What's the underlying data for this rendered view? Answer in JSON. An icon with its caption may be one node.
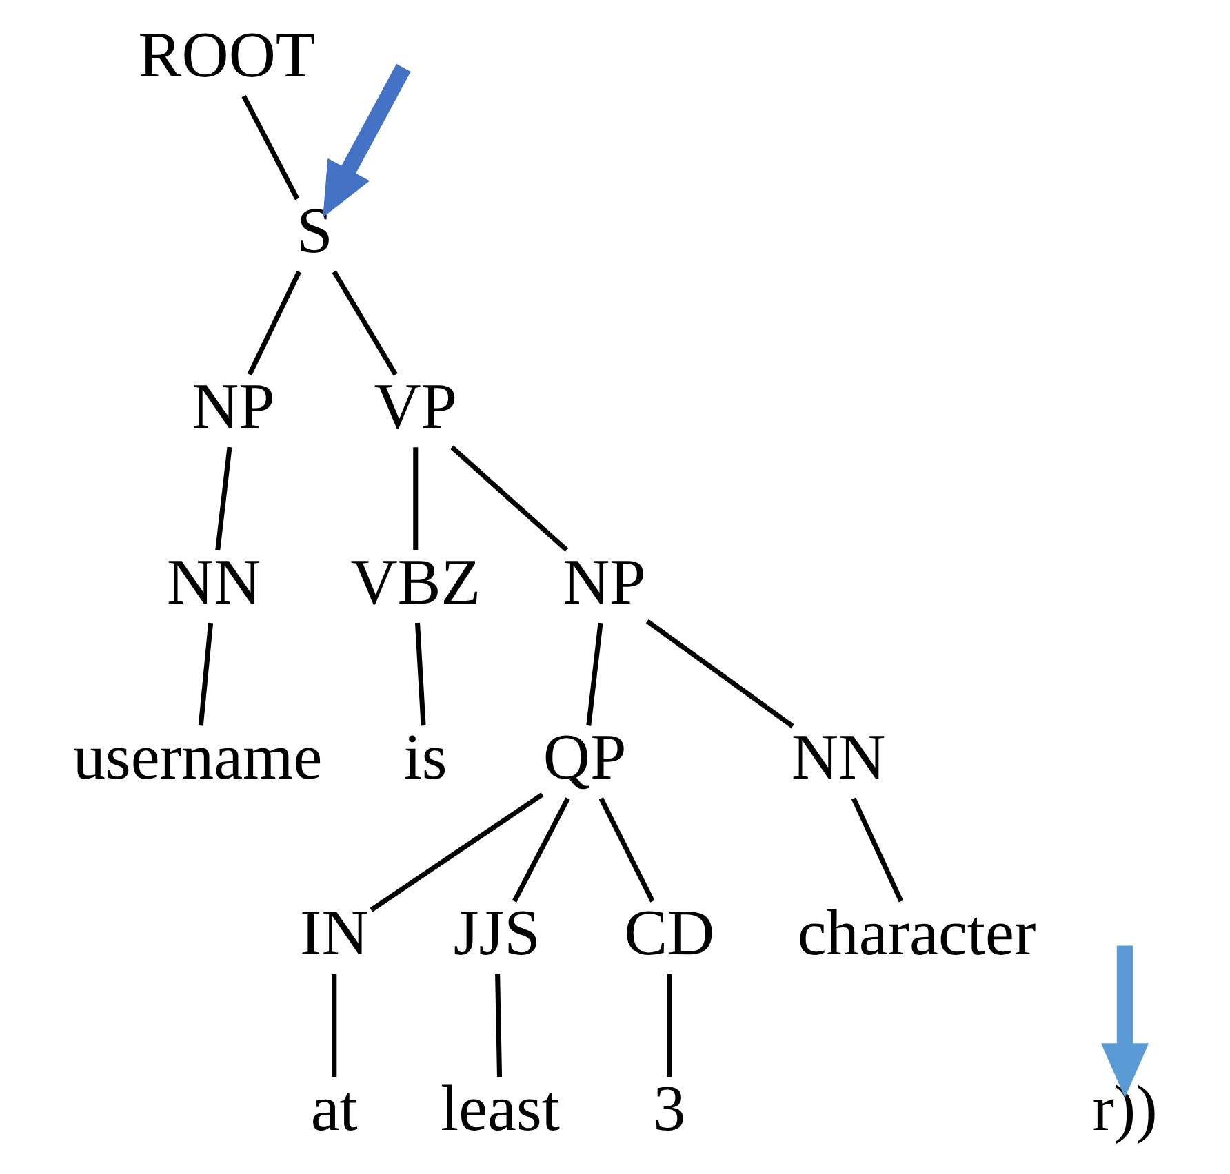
{
  "diagram": {
    "nodes": [
      {
        "text": [
          "ROOT"
        ]
      },
      {
        "text": [
          "S"
        ]
      },
      {
        "text": [
          "NP"
        ]
      },
      {
        "text": [
          "VP"
        ]
      },
      {
        "text": [
          "NN"
        ]
      },
      {
        "text": [
          "VBZ"
        ]
      },
      {
        "text": [
          "NP"
        ]
      },
      {
        "text": [
          "username"
        ]
      },
      {
        "text": [
          "is"
        ]
      },
      {
        "text": [
          "QP"
        ]
      },
      {
        "text": [
          "NN"
        ]
      },
      {
        "text": [
          "IN"
        ]
      },
      {
        "text": [
          "JJS"
        ]
      },
      {
        "text": [
          "CD"
        ]
      },
      {
        "text": [
          "character"
        ]
      },
      {
        "text": [
          "at"
        ]
      },
      {
        "text": [
          "least"
        ]
      },
      {
        "text": [
          "3"
        ]
      },
      {
        "text": [
          "r))"
        ]
      }
    ],
    "edges": [
      {
        "from": 0,
        "to": 1,
        "arrow": "none"
      },
      {
        "from": 1,
        "to": 2,
        "arrow": "none"
      },
      {
        "from": 1,
        "to": 3,
        "arrow": "none"
      },
      {
        "from": 2,
        "to": 4,
        "arrow": "none"
      },
      {
        "from": 4,
        "to": 7,
        "arrow": "none"
      },
      {
        "from": 3,
        "to": 5,
        "arrow": "none"
      },
      {
        "from": 3,
        "to": 6,
        "arrow": "none"
      },
      {
        "from": 5,
        "to": 8,
        "arrow": "none"
      },
      {
        "from": 6,
        "to": 9,
        "arrow": "none"
      },
      {
        "from": 6,
        "to": 10,
        "arrow": "none"
      },
      {
        "from": 9,
        "to": 11,
        "arrow": "none"
      },
      {
        "from": 9,
        "to": 12,
        "arrow": "none"
      },
      {
        "from": 9,
        "to": 13,
        "arrow": "none"
      },
      {
        "from": 10,
        "to": 14,
        "arrow": "none"
      },
      {
        "from": 11,
        "to": 15,
        "arrow": "none"
      },
      {
        "from": 12,
        "to": 16,
        "arrow": "none"
      },
      {
        "from": 13,
        "to": 17,
        "arrow": "none"
      },
      {
        "from": null,
        "to": 1,
        "arrow": "to",
        "style": "thick",
        "color": "#4472c4"
      },
      {
        "from": null,
        "to": 18,
        "arrow": "to",
        "style": "thick",
        "color": "#5b9bd5"
      }
    ]
  }
}
